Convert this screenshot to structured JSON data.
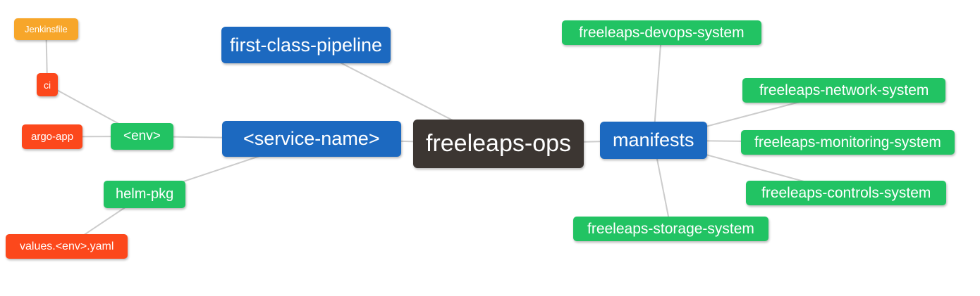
{
  "diagram": {
    "type": "mindmap",
    "background": "#ffffff",
    "edge_color": "#cccccc",
    "palette": {
      "root_node": "#3c3632",
      "branch_blue": "#1c69c0",
      "leaf_green": "#22c363",
      "leaf_red": "#fc481c",
      "leaf_amber": "#f7a62a",
      "node_text": "#ffffff"
    },
    "nodes": {
      "root": {
        "label": "freeleaps-ops"
      },
      "first_class_pipeline": {
        "label": "first-class-pipeline"
      },
      "service_name": {
        "label": "<service-name>"
      },
      "manifests": {
        "label": "manifests"
      },
      "env": {
        "label": "<env>"
      },
      "helm_pkg": {
        "label": "helm-pkg"
      },
      "ci": {
        "label": "ci"
      },
      "jenkinsfile": {
        "label": "Jenkinsfile"
      },
      "argo_app": {
        "label": "argo-app"
      },
      "values_env_yaml": {
        "label": "values.<env>.yaml"
      },
      "devops_system": {
        "label": "freeleaps-devops-system"
      },
      "network_system": {
        "label": "freeleaps-network-system"
      },
      "monitoring_system": {
        "label": "freeleaps-monitoring-system"
      },
      "controls_system": {
        "label": "freeleaps-controls-system"
      },
      "storage_system": {
        "label": "freeleaps-storage-system"
      }
    },
    "edges": [
      {
        "from": "jenkinsfile",
        "to": "ci"
      },
      {
        "from": "ci",
        "to": "env"
      },
      {
        "from": "argo_app",
        "to": "env"
      },
      {
        "from": "env",
        "to": "service_name"
      },
      {
        "from": "helm_pkg",
        "to": "service_name"
      },
      {
        "from": "values_env_yaml",
        "to": "helm_pkg"
      },
      {
        "from": "first_class_pipeline",
        "to": "root"
      },
      {
        "from": "service_name",
        "to": "root"
      },
      {
        "from": "root",
        "to": "manifests"
      },
      {
        "from": "manifests",
        "to": "devops_system"
      },
      {
        "from": "manifests",
        "to": "network_system"
      },
      {
        "from": "manifests",
        "to": "monitoring_system"
      },
      {
        "from": "manifests",
        "to": "controls_system"
      },
      {
        "from": "manifests",
        "to": "storage_system"
      }
    ]
  }
}
